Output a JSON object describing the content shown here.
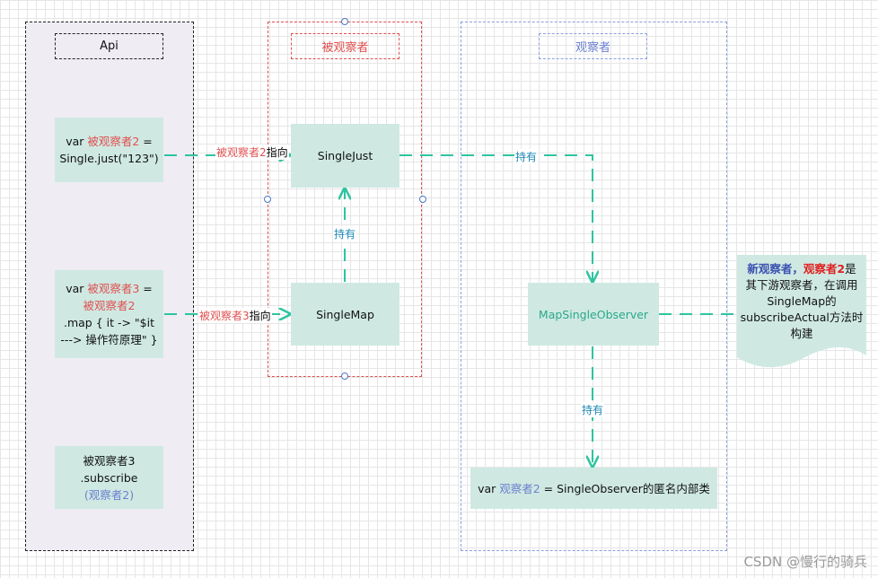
{
  "lanes": {
    "api": {
      "title": "Api"
    },
    "observable": {
      "title": "被观察者"
    },
    "observer": {
      "title": "观察者"
    }
  },
  "api_nodes": {
    "just": {
      "line1_prefix": "var ",
      "line1_highlight": "被观察者2",
      "line1_suffix": " =",
      "line2": "Single.just(\"123\")"
    },
    "map": {
      "line1_prefix": "var ",
      "line1_highlight": "被观察者3",
      "line1_suffix": " =",
      "line2_highlight": "被观察者2",
      "line3": ".map { it -> \"$it",
      "line4": "---> 操作符原理\" }"
    },
    "subscribe": {
      "line1": "被观察者3",
      "line2": ".subscribe",
      "line3_open": "(",
      "line3_highlight": "观察者2",
      "line3_close": ")"
    }
  },
  "observable_nodes": {
    "single_just": "SingleJust",
    "single_map": "SingleMap"
  },
  "observer_nodes": {
    "map_single_observer": "MapSingleObserver",
    "anon": {
      "prefix": "var ",
      "highlight": "观察者2",
      "suffix": " = SingleObserver的匿名内部类"
    }
  },
  "edges": {
    "e1": {
      "label_red": "被观察者2",
      "label_black": "指向"
    },
    "e2": {
      "label_red": "被观察者3",
      "label_black": "指向"
    },
    "e3": {
      "label": "持有"
    },
    "e4": {
      "label": "持有"
    },
    "e5": {
      "label": "持有"
    }
  },
  "note": {
    "line1_a": "新观察者，",
    "line1_b": "观察者2",
    "line1_c": "是",
    "line2": "其下游观察者，在调用",
    "line3": "SingleMap的",
    "line4": "subscribeActual方法时",
    "line5": "构建"
  },
  "watermark": "CSDN @慢行的骑兵",
  "colors": {
    "edge": "#2ec4a0",
    "node_fill": "#cfe9e2",
    "highlight_red": "#e05050",
    "highlight_blue": "#6c80d0",
    "label_blue": "#1e88b4"
  }
}
